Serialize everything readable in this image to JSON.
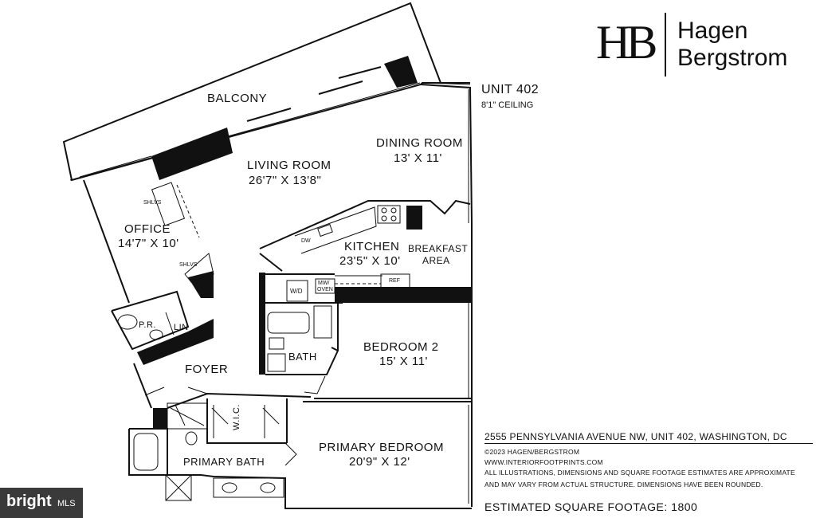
{
  "logo": {
    "monogram": "HB",
    "name_line1": "Hagen",
    "name_line2": "Bergstrom"
  },
  "unit": {
    "title": "UNIT 402",
    "ceiling": "8'1\" CEILING"
  },
  "rooms": {
    "balcony": "BALCONY",
    "dining": "DINING ROOM",
    "dining_dim": "13' X 11'",
    "living": "LIVING ROOM",
    "living_dim": "26'7\" X 13'8\"",
    "office": "OFFICE",
    "office_dim": "14'7\" X 10'",
    "kitchen": "KITCHEN",
    "kitchen_dim": "23'5\" X 10'",
    "breakfast_1": "BREAKFAST",
    "breakfast_2": "AREA",
    "bedroom2": "BEDROOM 2",
    "bedroom2_dim": "15' X 11'",
    "bath": "BATH",
    "foyer": "FOYER",
    "pr": "P.R.",
    "lin": "LIN",
    "wic": "W.I.C.",
    "primary_bedroom": "PRIMARY BEDROOM",
    "primary_bedroom_dim": "20'9\" X 12'",
    "primary_bath": "PRIMARY BATH"
  },
  "fixtures": {
    "shlvs": "SHLVS",
    "dw": "DW",
    "wd": "W/D",
    "mw_1": "MW/",
    "mw_2": "OVEN",
    "ref": "REF"
  },
  "footer": {
    "address": "2555 PENNSYLVANIA AVENUE NW, UNIT 402, WASHINGTON, DC",
    "copyright": "©2023 HAGEN/BERGSTROM",
    "website": "WWW.INTERIORFOOTPRINTS.COM",
    "disclaimer_1": "ALL ILLUSTRATIONS, DIMENSIONS AND SQUARE FOOTAGE ESTIMATES ARE APPROXIMATE",
    "disclaimer_2": "AND MAY VARY FROM ACTUAL STRUCTURE. DIMENSIONS HAVE BEEN ROUNDED.",
    "sqft": "ESTIMATED SQUARE FOOTAGE:  1800"
  },
  "watermark": {
    "brand": "bright",
    "suffix": "MLS"
  }
}
